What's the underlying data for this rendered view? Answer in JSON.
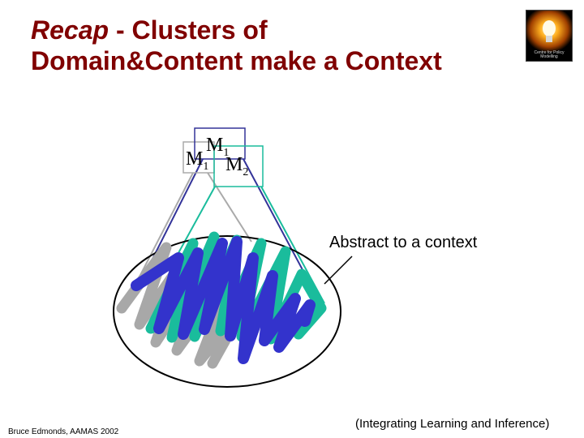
{
  "slide": {
    "title_italic": "Recap",
    "title_rest_line1": " - Clusters of",
    "title_line2": "Domain&Content make a Context",
    "logo_caption": "Centre for Policy Modelling",
    "callout": "Abstract to a context",
    "footer_left": "Bruce Edmonds, AAMAS 2002",
    "footer_right": "(Integrating Learning and Inference)"
  },
  "models": [
    {
      "label": "M",
      "sub": "1"
    },
    {
      "label": "M",
      "sub": "1"
    },
    {
      "label": "M",
      "sub": "2"
    }
  ],
  "colors": {
    "title": "#800000",
    "model_left": "#aaaaaa",
    "model_top": "#333399",
    "model_right": "#1abc9c",
    "scribble_gray": "#a8a8a8",
    "scribble_teal": "#1abc9c",
    "scribble_blue": "#3333cc"
  }
}
